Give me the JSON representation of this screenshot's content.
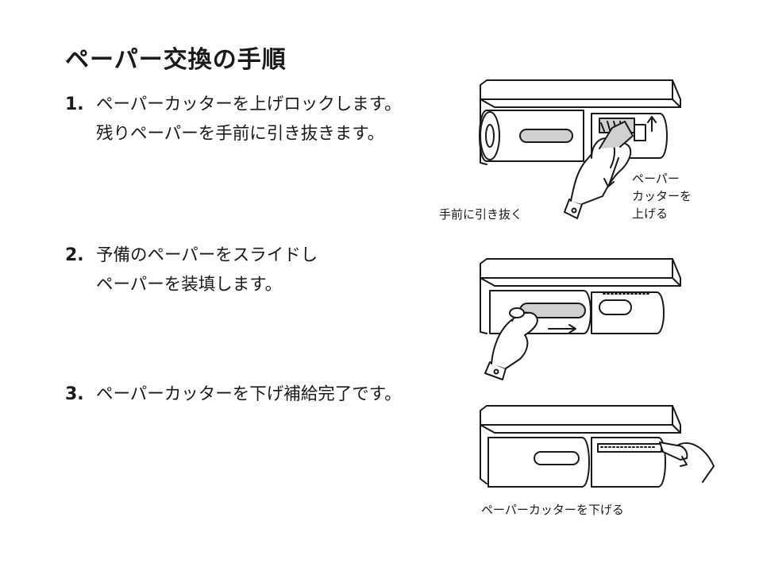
{
  "title": "ペーパー交換の手順",
  "steps": [
    {
      "number": "1.",
      "lines": [
        "ペーパーカッターを上げロックします。",
        "残りペーパーを手前に引き抜きます。"
      ]
    },
    {
      "number": "2.",
      "lines": [
        "予備のペーパーをスライドし",
        "ペーパーを装填します。"
      ]
    },
    {
      "number": "3.",
      "lines": [
        "ペーパーカッターを下げ補給完了です。"
      ]
    }
  ],
  "captions": {
    "pull_out": "手前に引き抜く",
    "raise_cutter_1": "ペーパー",
    "raise_cutter_2": "カッターを",
    "raise_cutter_3": "上げる",
    "lower_cutter": "ペーパーカッターを下げる"
  }
}
